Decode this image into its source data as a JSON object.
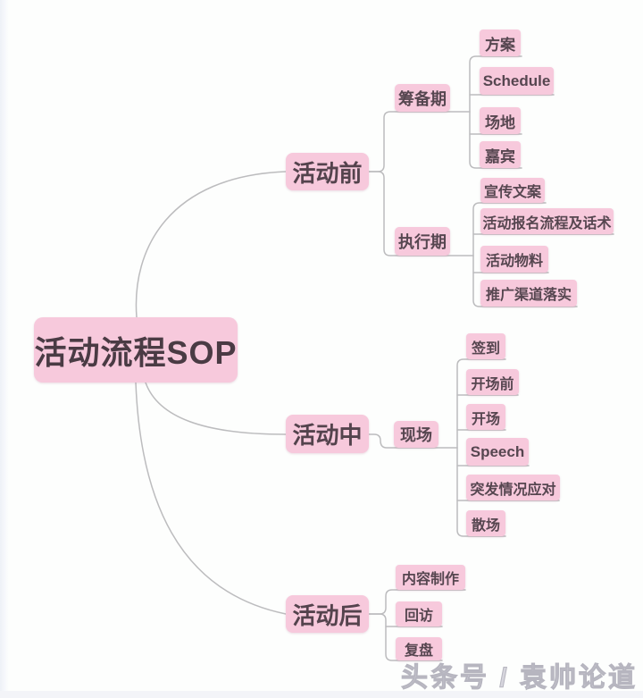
{
  "diagram_type": "mindmap",
  "watermark": "头条号 / 袁帅论道",
  "colors": {
    "node_fill": "#f7c9dc",
    "node_text": "#564650",
    "connector_line": "#bcbcbe",
    "background": "#fdfefd"
  },
  "tree": {
    "label": "活动流程SOP",
    "children": [
      {
        "label": "活动前",
        "children": [
          {
            "label": "筹备期",
            "children": [
              {
                "label": "方案"
              },
              {
                "label": "Schedule"
              },
              {
                "label": "场地"
              },
              {
                "label": "嘉宾"
              }
            ]
          },
          {
            "label": "执行期",
            "children": [
              {
                "label": "宣传文案"
              },
              {
                "label": "活动报名流程及话术"
              },
              {
                "label": "活动物料"
              },
              {
                "label": "推广渠道落实"
              }
            ]
          }
        ]
      },
      {
        "label": "活动中",
        "children": [
          {
            "label": "现场",
            "children": [
              {
                "label": "签到"
              },
              {
                "label": "开场前"
              },
              {
                "label": "开场"
              },
              {
                "label": "Speech"
              },
              {
                "label": "突发情况应对"
              },
              {
                "label": "散场"
              }
            ]
          }
        ]
      },
      {
        "label": "活动后",
        "children": [
          {
            "label": "内容制作"
          },
          {
            "label": "回访"
          },
          {
            "label": "复盘"
          }
        ]
      }
    ]
  }
}
